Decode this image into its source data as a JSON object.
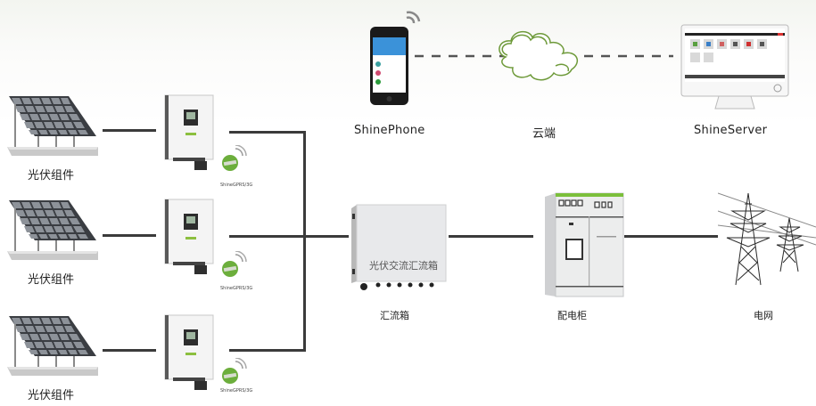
{
  "diagram": {
    "title": "",
    "nodes": {
      "pv_modules": [
        {
          "label": "光伏组件"
        },
        {
          "label": "光伏组件"
        },
        {
          "label": "光伏组件"
        }
      ],
      "inverters": [
        {
          "monitor_label": "ShineGPRS/3G"
        },
        {
          "monitor_label": "ShineGPRS/3G"
        },
        {
          "monitor_label": "ShineGPRS/3G"
        }
      ],
      "combiner_box": {
        "label": "汇流箱",
        "face_text": "光伏交流汇流箱"
      },
      "distribution_cabinet": {
        "label": "配电柜"
      },
      "grid": {
        "label": "电网"
      },
      "phone": {
        "label": "ShinePhone"
      },
      "cloud": {
        "label": "云端"
      },
      "server": {
        "label": "ShineServer"
      }
    },
    "edges": [
      {
        "from": "pv_modules.0",
        "to": "inverters.0",
        "style": "solid"
      },
      {
        "from": "pv_modules.1",
        "to": "inverters.1",
        "style": "solid"
      },
      {
        "from": "pv_modules.2",
        "to": "inverters.2",
        "style": "solid"
      },
      {
        "from": "inverters",
        "to": "combiner_box",
        "style": "solid-bus"
      },
      {
        "from": "combiner_box",
        "to": "distribution_cabinet",
        "style": "solid"
      },
      {
        "from": "distribution_cabinet",
        "to": "grid",
        "style": "solid"
      },
      {
        "from": "phone",
        "to": "cloud",
        "style": "dashed"
      },
      {
        "from": "cloud",
        "to": "server",
        "style": "dashed"
      }
    ],
    "colors": {
      "line": "#3b3b3b",
      "accent_green": "#6cae3c",
      "cloud_stroke": "#6e9a3a"
    }
  }
}
